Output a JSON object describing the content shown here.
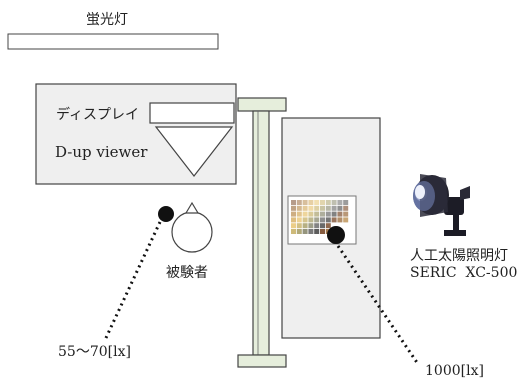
{
  "labels": {
    "fluorescent_lamp": "蛍光灯",
    "display": "ディスプレイ",
    "dup_viewer": "D-up viewer",
    "subject": "被験者",
    "artificial_sun_lamp": "人工太陽照明灯",
    "lamp_model": "SERIC  XC-500",
    "illuminance_subject": "55～70[lx]",
    "illuminance_chart": "1000[lx]"
  },
  "colors": {
    "panel_fill": "#efefef",
    "pillar_fill": "#e6eedc",
    "line": "#333333",
    "marker": "#111111"
  },
  "icons": {
    "lamp": "spotlight-lamp-icon",
    "marker": "measurement-point-icon",
    "subject": "person-head-icon"
  }
}
